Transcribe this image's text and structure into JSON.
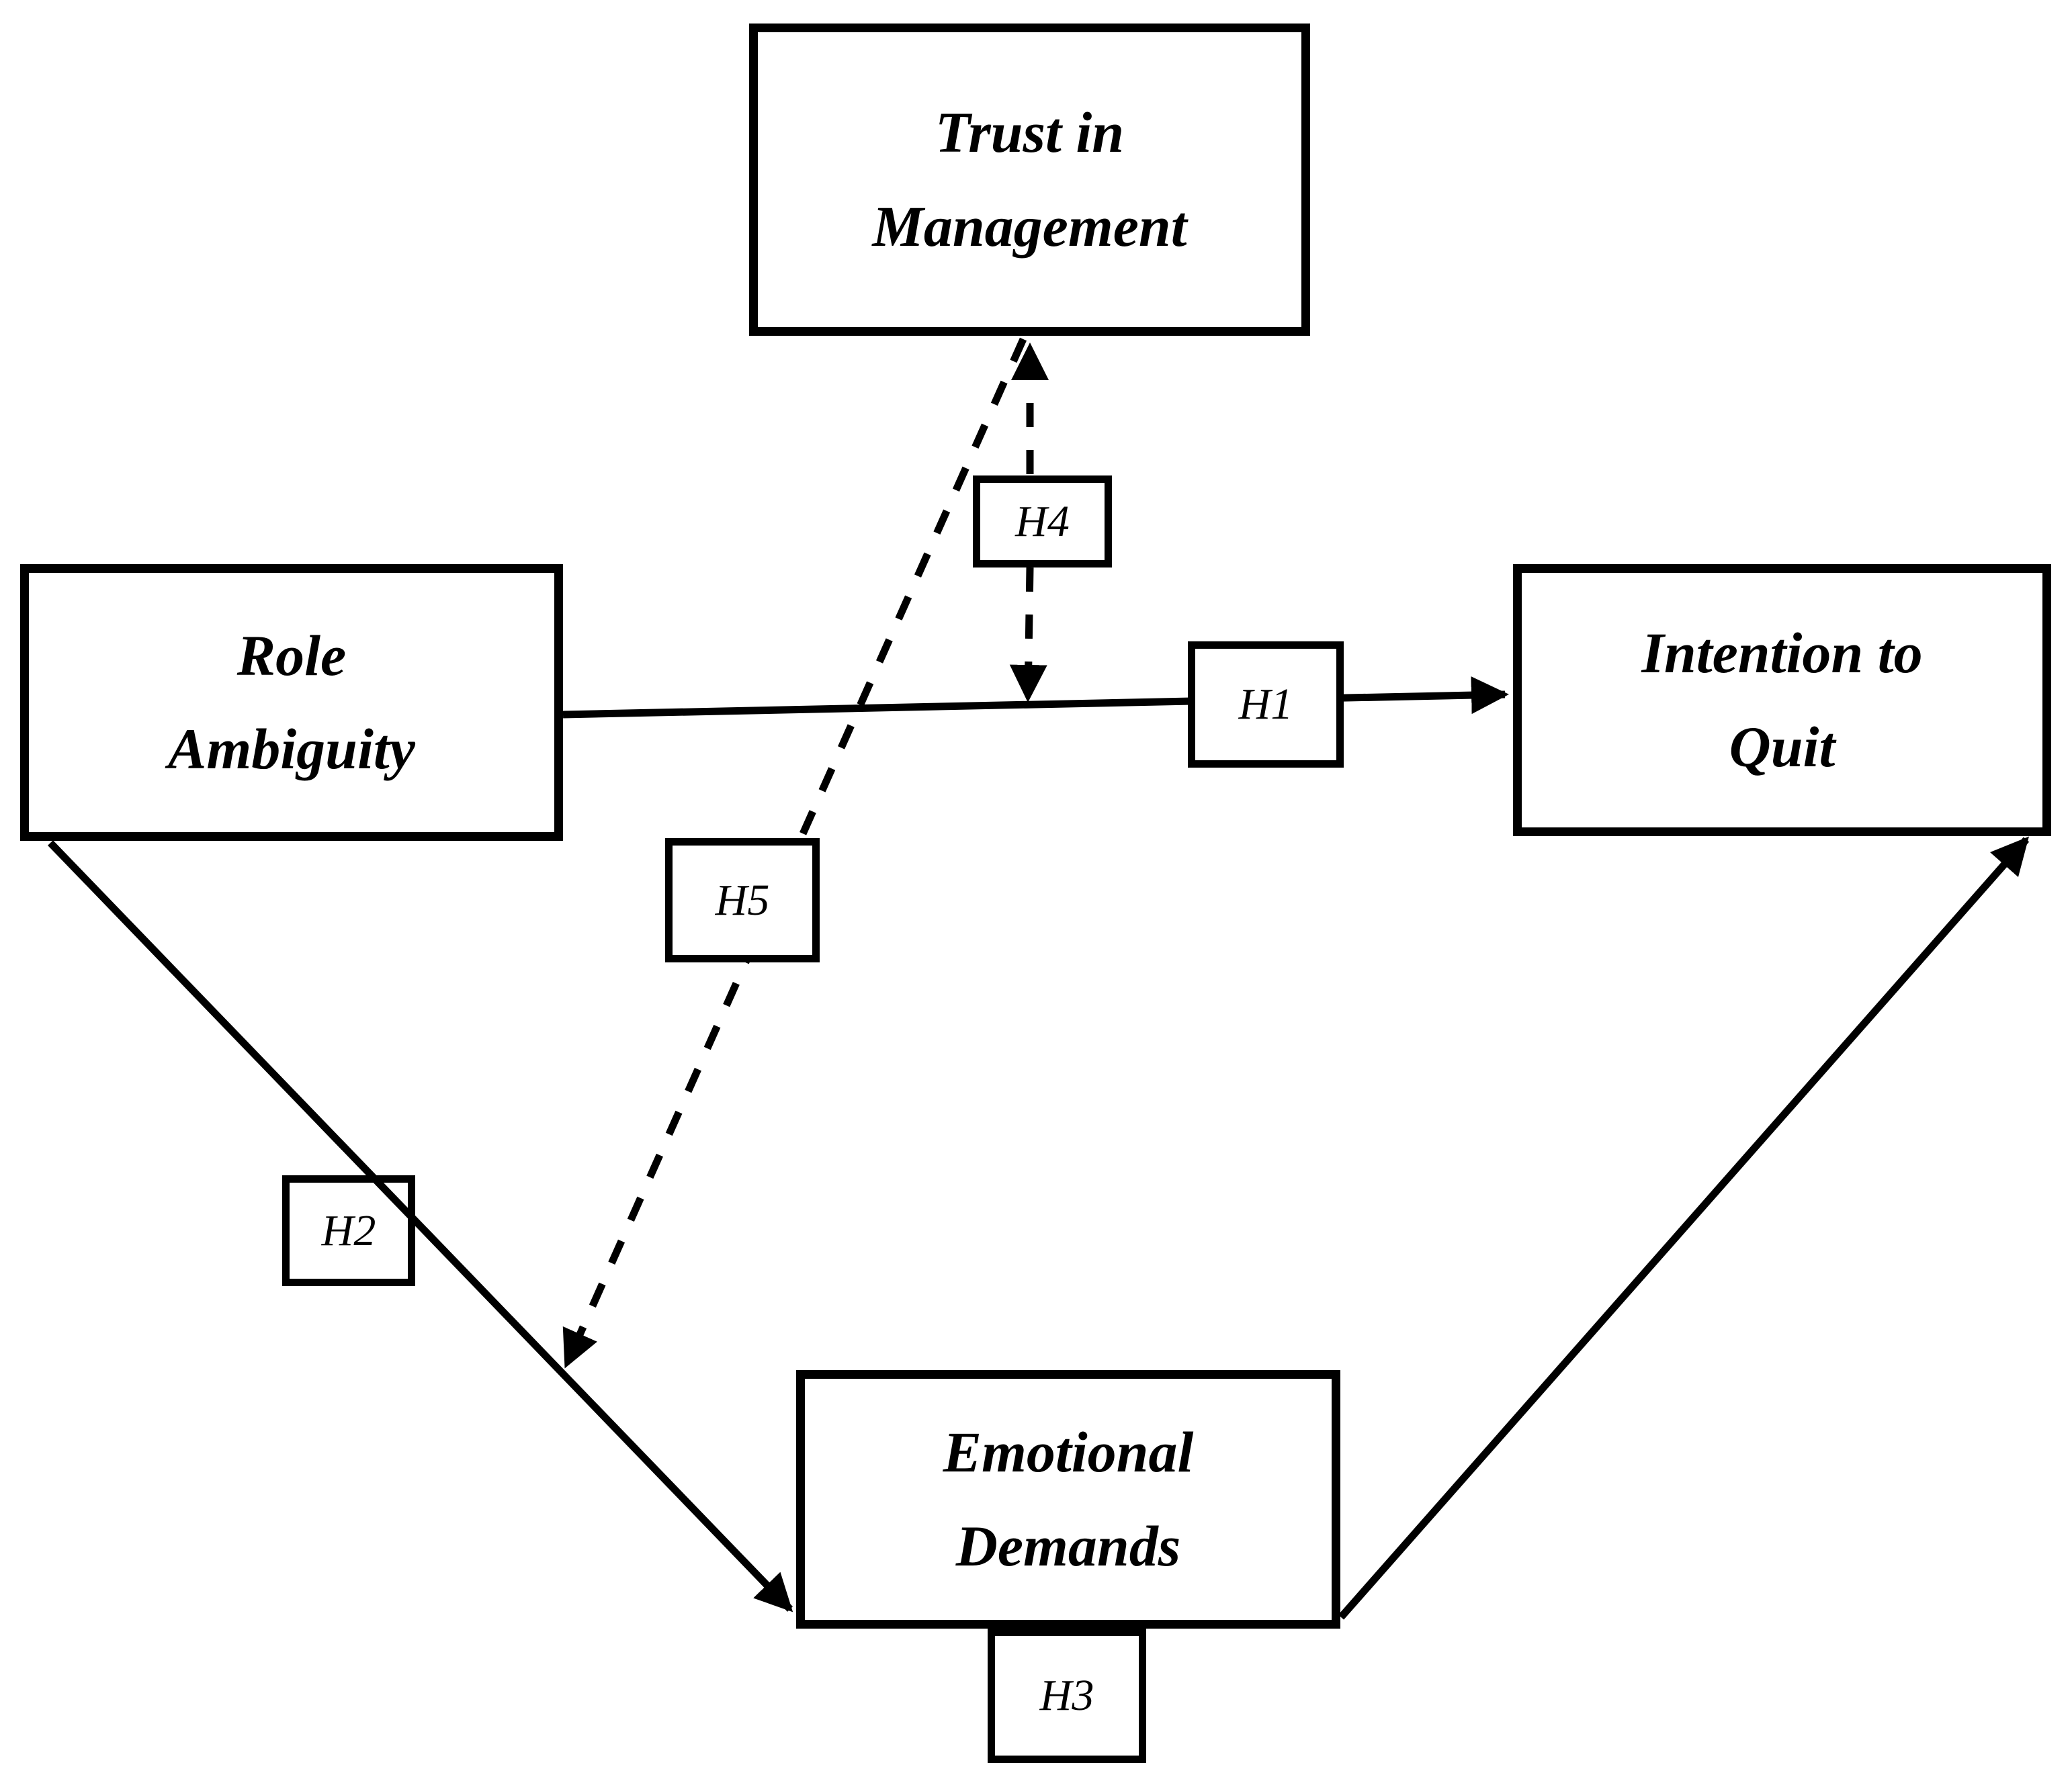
{
  "diagram": {
    "background_color": "#ffffff",
    "line_color": "#000000",
    "nodes": {
      "trust": {
        "label": "Trust in\nManagement"
      },
      "role": {
        "label": "Role\nAmbiguity"
      },
      "intention": {
        "label": "Intention to\nQuit"
      },
      "emotional": {
        "label": "Emotional\nDemands"
      }
    },
    "hypotheses": {
      "h1": {
        "label": "H1"
      },
      "h2": {
        "label": "H2"
      },
      "h3": {
        "label": "H3"
      },
      "h4": {
        "label": "H4"
      },
      "h5": {
        "label": "H5"
      }
    },
    "edges": [
      {
        "hypothesis": "H1",
        "from": "Role Ambiguity",
        "to": "Intention to Quit",
        "style": "solid"
      },
      {
        "hypothesis": "H2",
        "from": "Role Ambiguity",
        "to": "Emotional Demands",
        "style": "solid"
      },
      {
        "hypothesis": "H3",
        "from": "Emotional Demands",
        "to": "Intention to Quit",
        "style": "solid"
      },
      {
        "hypothesis": "H4",
        "from": "Trust in Management",
        "to": "H1 path",
        "style": "dashed"
      },
      {
        "hypothesis": "H5",
        "from": "Trust in Management",
        "to": "H2 path",
        "style": "dashed"
      }
    ]
  }
}
